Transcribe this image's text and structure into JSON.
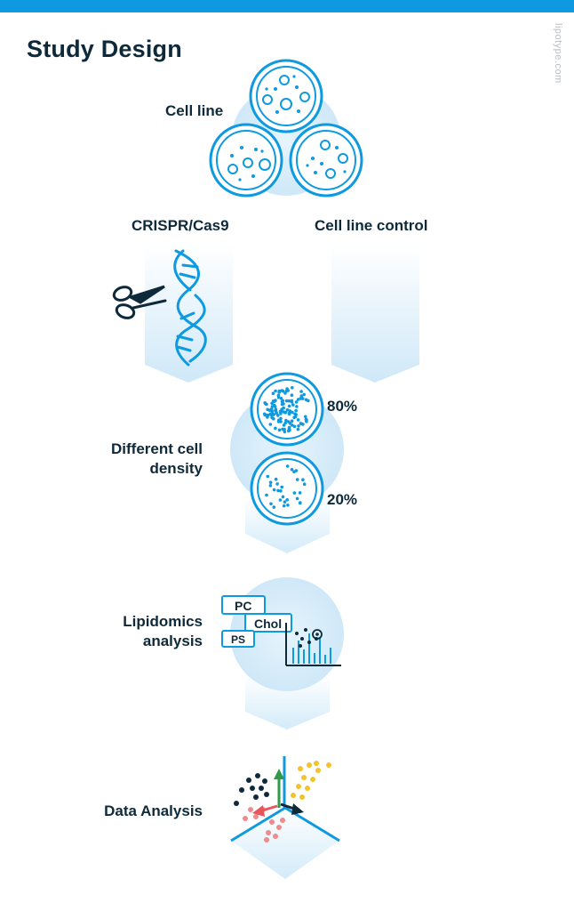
{
  "title": "Study Design",
  "watermark": "lipotype.com",
  "steps": {
    "cell_line": "Cell line",
    "crispr": "CRISPR/Cas9",
    "control": "Cell line control",
    "density_line1": "Different cell",
    "density_line2": "density",
    "density_high": "80%",
    "density_low": "20%",
    "lipidomics_line1": "Lipidomics",
    "lipidomics_line2": "analysis",
    "data_analysis": "Data Analysis"
  },
  "lipid_tags": {
    "pc": "PC",
    "chol": "Chol",
    "ps": "PS"
  },
  "colors": {
    "accent": "#0d9ae0",
    "dark": "#0e2a3a",
    "light_blue": "#d3ebf9",
    "green": "#2e9a4a",
    "red": "#e8555a",
    "pink": "#f08a8c",
    "yellow": "#f2c32a"
  }
}
